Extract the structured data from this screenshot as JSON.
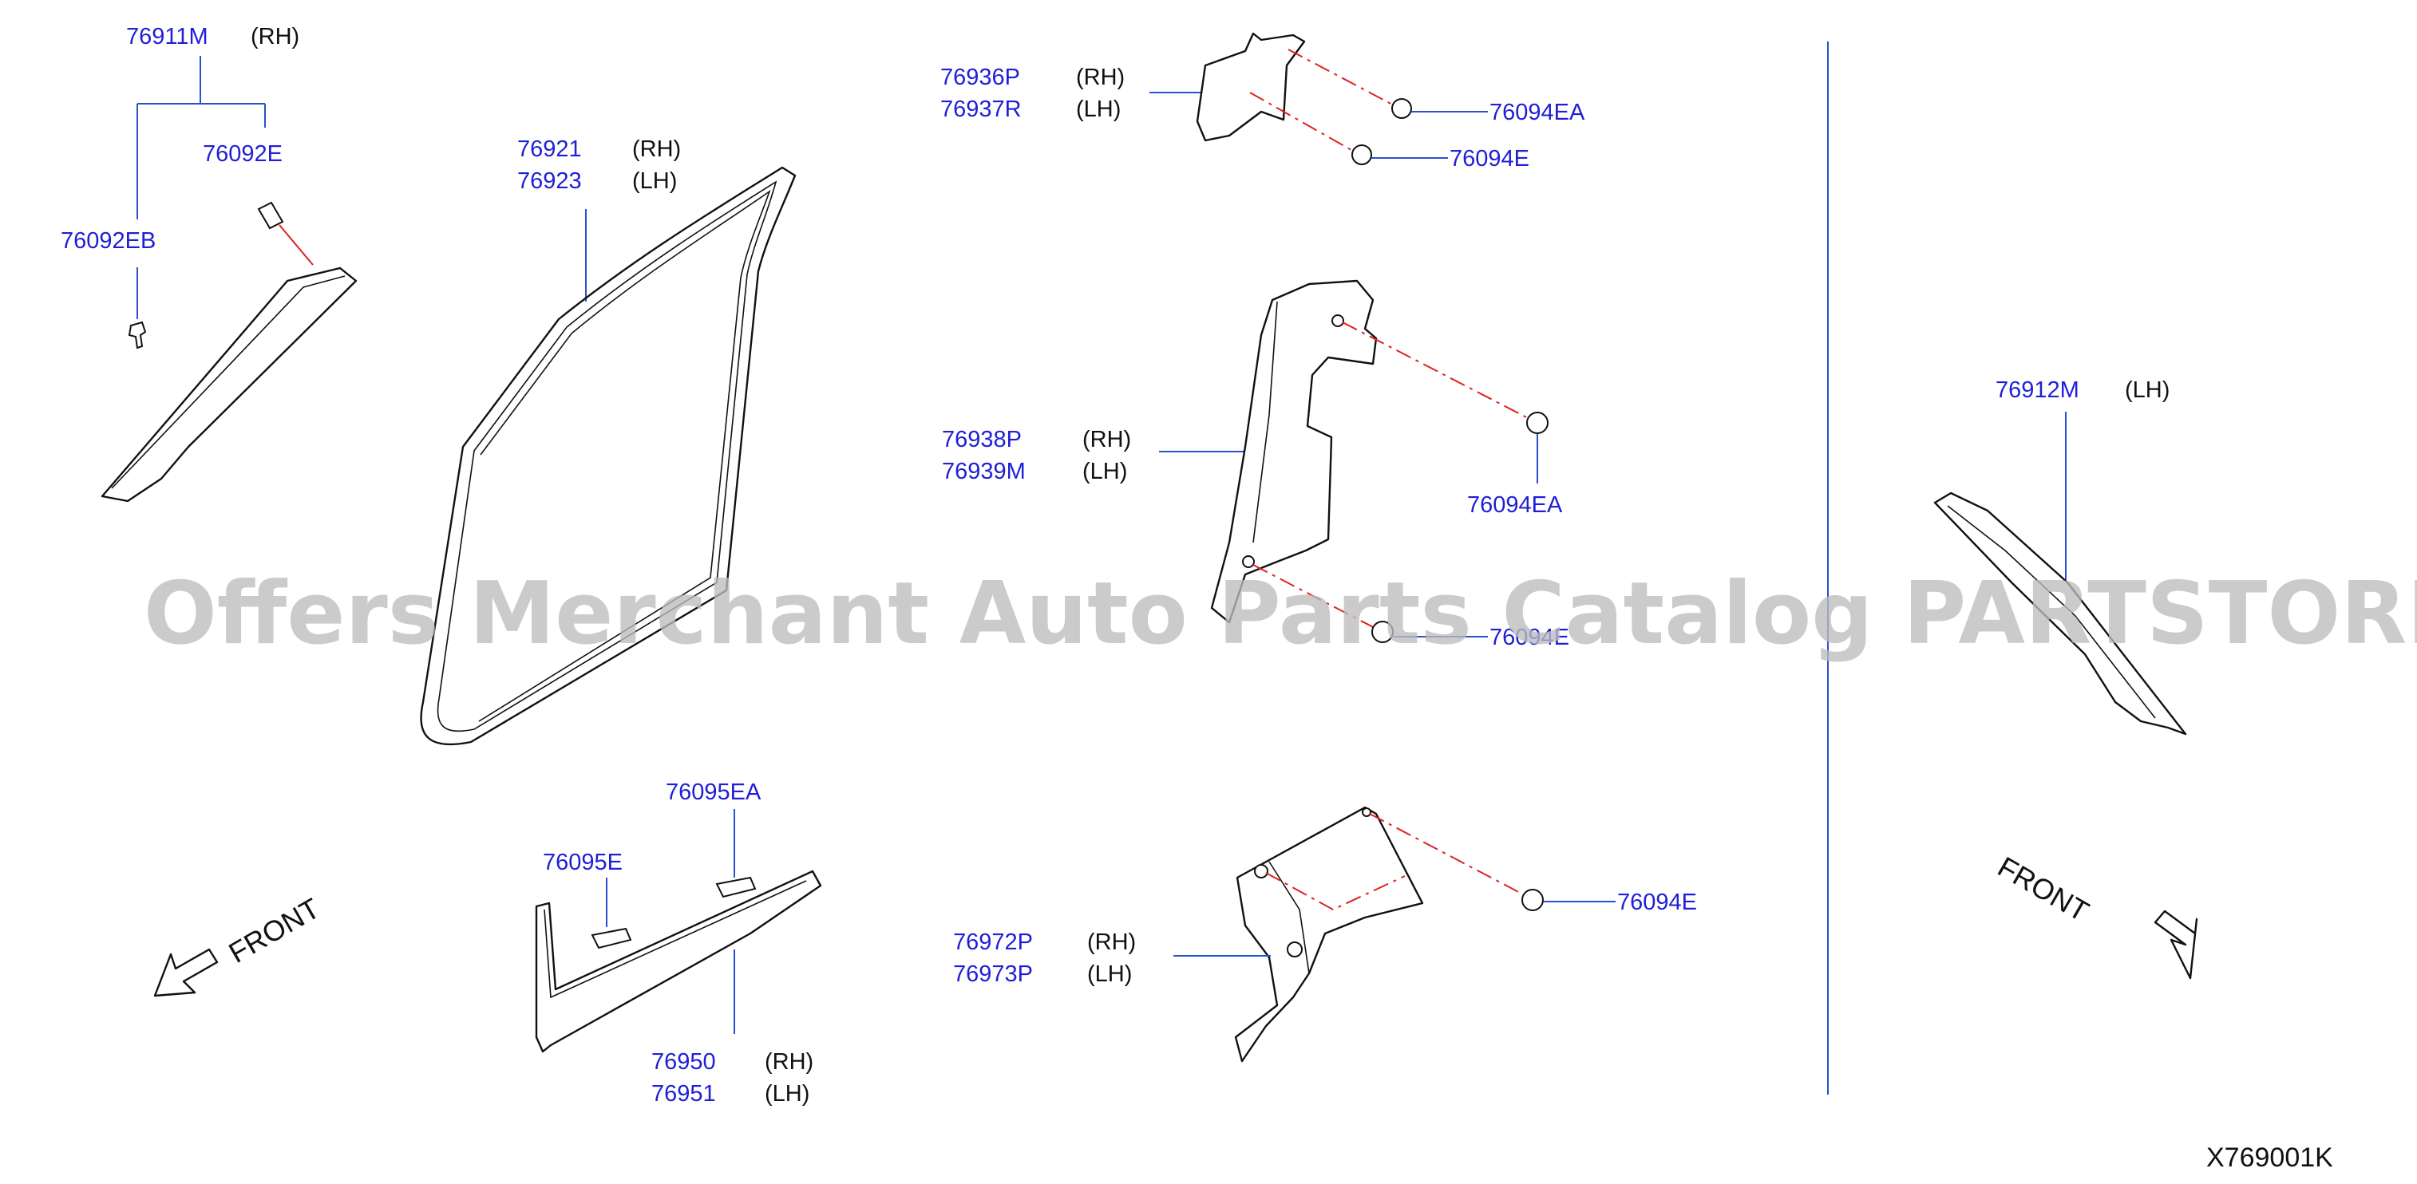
{
  "diagram_code": "X769001K",
  "watermark": "Offers Merchant Auto Parts Catalog PARTSTORE.SA",
  "front_label": "FRONT",
  "callouts": {
    "p76911M": "76911M",
    "s76911M": "(RH)",
    "p76092E": "76092E",
    "p76092EB": "76092EB",
    "p76921": "76921",
    "s76921": "(RH)",
    "p76923": "76923",
    "s76923": "(LH)",
    "p76936P": "76936P",
    "s76936P": "(RH)",
    "p76937R": "76937R",
    "s76937R": "(LH)",
    "p76094EA_a": "76094EA",
    "p76094E_a": "76094E",
    "p76938P": "76938P",
    "s76938P": "(RH)",
    "p76939M": "76939M",
    "s76939M": "(LH)",
    "p76094EA_b": "76094EA",
    "p76094E_b": "76094E",
    "p76095EA": "76095EA",
    "p76095E": "76095E",
    "p76950": "76950",
    "s76950": "(RH)",
    "p76951": "76951",
    "s76951": "(LH)",
    "p76972P": "76972P",
    "s76972P": "(RH)",
    "p76973P": "76973P",
    "s76973P": "(LH)",
    "p76094E_c": "76094E",
    "p76912M": "76912M",
    "s76912M": "(LH)"
  },
  "colors": {
    "part_number": "#1f1fd6",
    "leader": "#2a4fd0",
    "dashed": "#e02020",
    "watermark": "#bdbdbd"
  }
}
